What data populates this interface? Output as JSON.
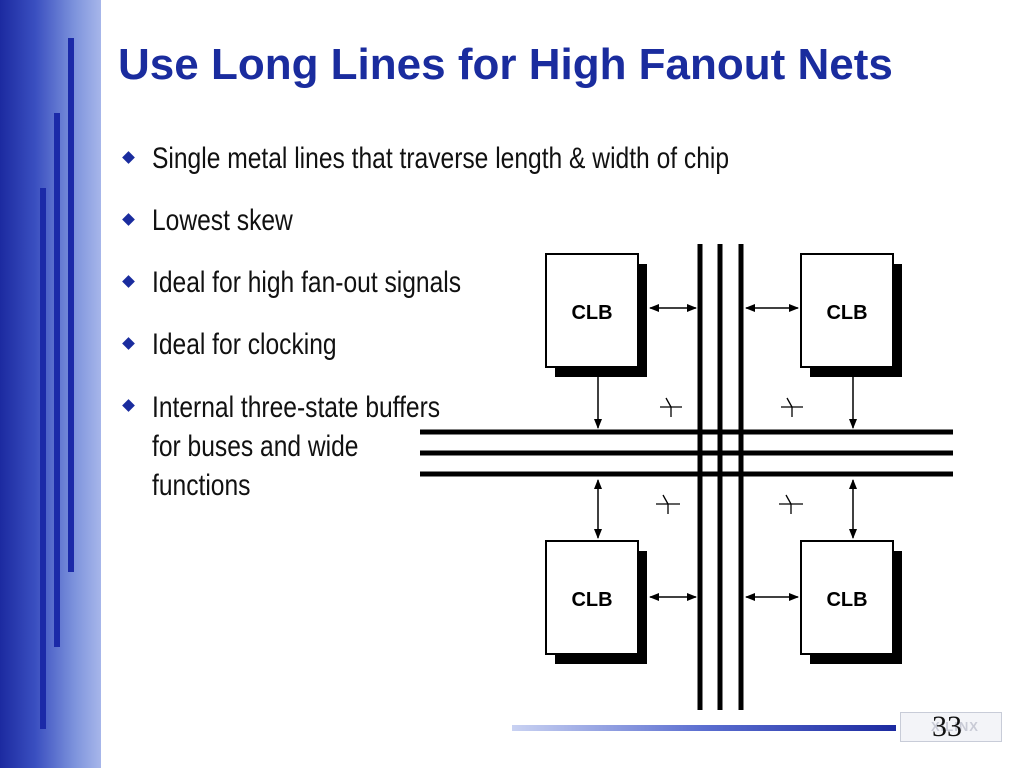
{
  "slide": {
    "title": "Use Long Lines for High Fanout Nets",
    "bullets": [
      "Single metal lines that traverse length & width of chip",
      "Lowest skew",
      "Ideal for high fan-out signals",
      "Ideal for clocking",
      "Internal three-state buffers\nfor buses and wide\nfunctions"
    ],
    "page_number": "33",
    "logo_text": "XILINX"
  },
  "diagram": {
    "blocks": [
      {
        "label": "CLB"
      },
      {
        "label": "CLB"
      },
      {
        "label": "CLB"
      },
      {
        "label": "CLB"
      }
    ]
  },
  "colors": {
    "title": "#1a2c9e",
    "sidebar_dark": "#1c2aa0",
    "sidebar_light": "#a7b6ea"
  }
}
